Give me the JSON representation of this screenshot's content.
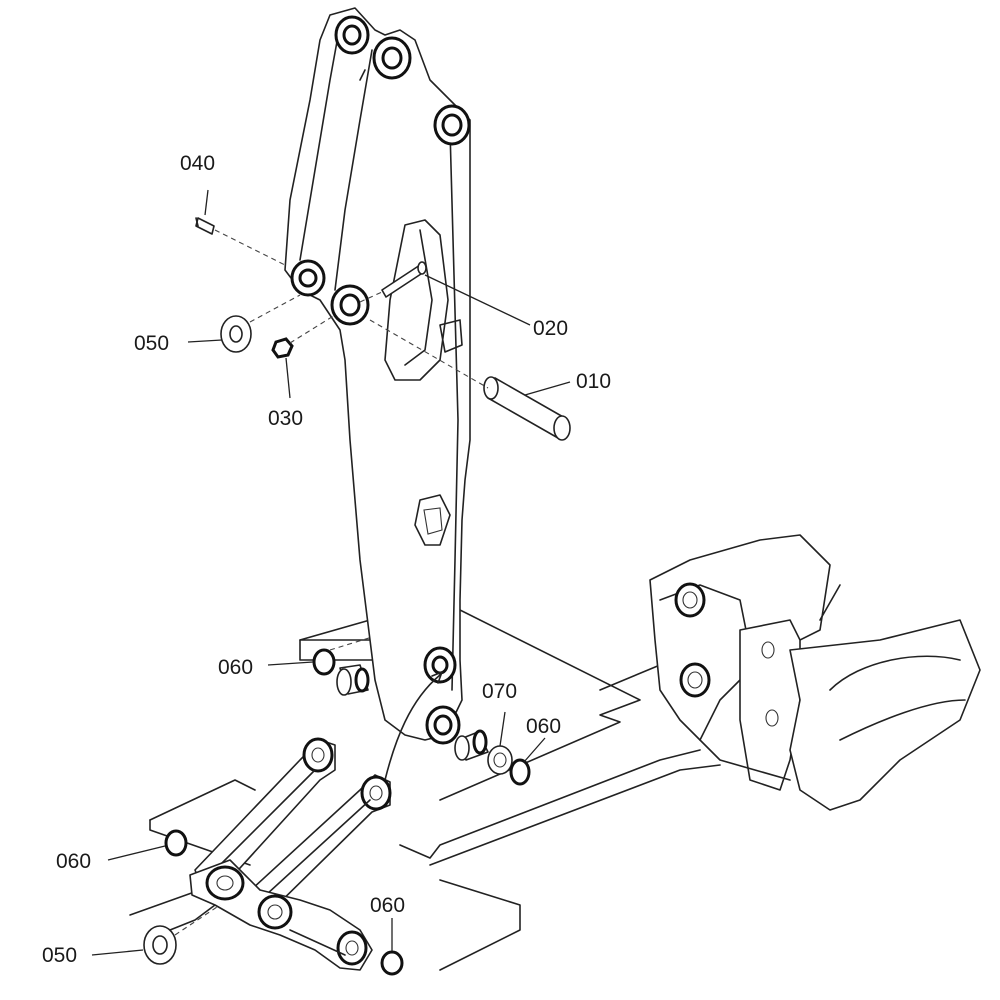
{
  "callouts": [
    {
      "id": "c010",
      "text": "010"
    },
    {
      "id": "c020",
      "text": "020"
    },
    {
      "id": "c030",
      "text": "030"
    },
    {
      "id": "c040",
      "text": "040"
    },
    {
      "id": "c050a",
      "text": "050"
    },
    {
      "id": "c050b",
      "text": "050"
    },
    {
      "id": "c060a",
      "text": "060"
    },
    {
      "id": "c060b",
      "text": "060"
    },
    {
      "id": "c060c",
      "text": "060"
    },
    {
      "id": "c060d",
      "text": "060"
    },
    {
      "id": "c070",
      "text": "070"
    }
  ],
  "colors": {
    "line": "#222222",
    "background": "#ffffff"
  }
}
